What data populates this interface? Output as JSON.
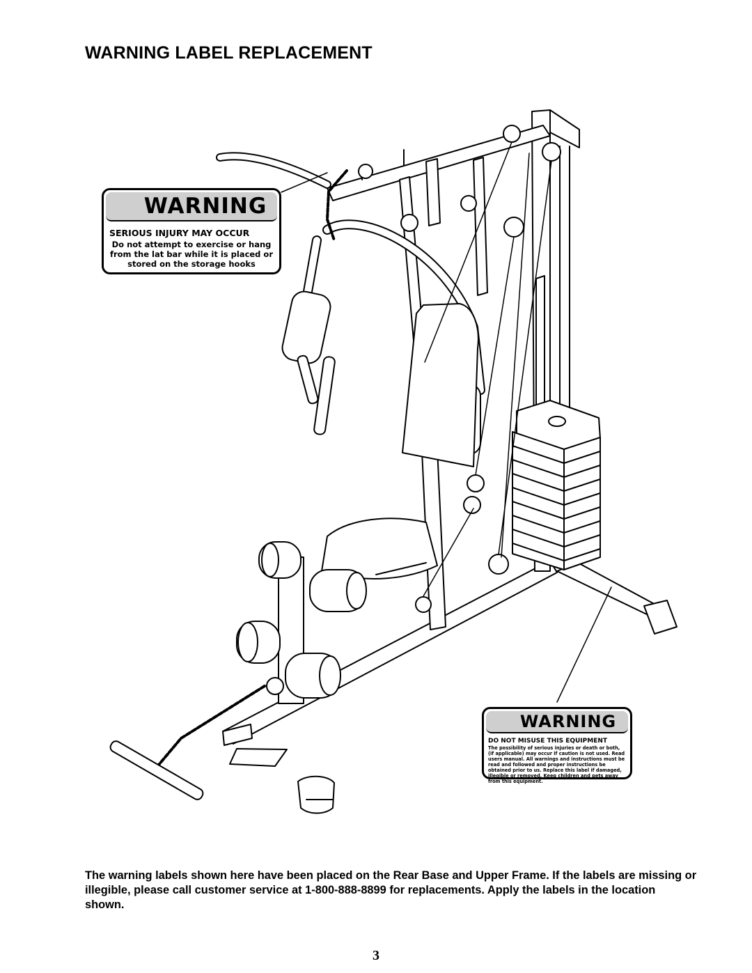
{
  "title": "WARNING LABEL REPLACEMENT",
  "labels": [
    {
      "icon": "warning-triangle-icon",
      "header": "WARNING",
      "subhead": "SERIOUS INJURY MAY OCCUR",
      "body": "Do not attempt to exercise or hang from the lat bar while it is placed or stored on the storage hooks"
    },
    {
      "icon": "warning-triangle-icon",
      "header": "WARNING",
      "subhead": "DO NOT MISUSE THIS EQUIPMENT",
      "body": "The possibility of serious injuries or death or both, (if applicable) may occur if caution is not used. Read users manual. All warnings and instructions must be read and followed and proper instructions be obtained prior to us. Replace this label if damaged, illegible or removed. Keep children and pets away from this equipment."
    }
  ],
  "caption": "The warning labels shown here have been placed on the Rear Base and Upper Frame.  If the labels are missing or illegible, please call customer service at 1-800-888-8899 for replacements.  Apply the labels in the location shown.",
  "page_number": "3",
  "colors": {
    "label_header": "#cfcfcf",
    "ink": "#000000"
  }
}
